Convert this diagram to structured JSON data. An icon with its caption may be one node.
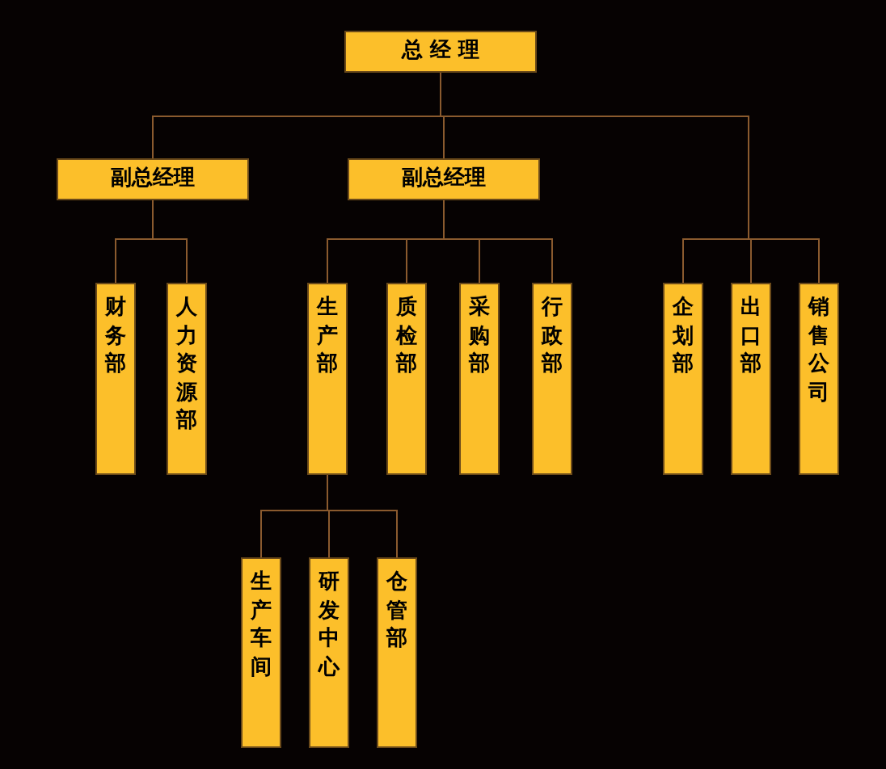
{
  "diagram": {
    "nodes": [
      {
        "text": [
          "总 经 理"
        ]
      },
      {
        "text": [
          "副总经理"
        ]
      },
      {
        "text": [
          "副总经理"
        ]
      },
      {
        "text": [
          "财务部"
        ]
      },
      {
        "text": [
          "人力资源部"
        ]
      },
      {
        "text": [
          "生产部"
        ]
      },
      {
        "text": [
          "质检部"
        ]
      },
      {
        "text": [
          "采购部"
        ]
      },
      {
        "text": [
          "行政部"
        ]
      },
      {
        "text": [
          "企划部"
        ]
      },
      {
        "text": [
          "出口部"
        ]
      },
      {
        "text": [
          "销售公司"
        ]
      },
      {
        "text": [
          "生产车间"
        ]
      },
      {
        "text": [
          "研发中心"
        ]
      },
      {
        "text": [
          "仓管部"
        ]
      }
    ],
    "edges": [
      {
        "from": 0,
        "to": 1,
        "arrow": "none"
      },
      {
        "from": 0,
        "to": 2,
        "arrow": "none"
      },
      {
        "from": 0,
        "to": 9,
        "arrow": "none"
      },
      {
        "from": 0,
        "to": 10,
        "arrow": "none"
      },
      {
        "from": 0,
        "to": 11,
        "arrow": "none"
      },
      {
        "from": 1,
        "to": 3,
        "arrow": "none"
      },
      {
        "from": 1,
        "to": 4,
        "arrow": "none"
      },
      {
        "from": 2,
        "to": 5,
        "arrow": "none"
      },
      {
        "from": 2,
        "to": 6,
        "arrow": "none"
      },
      {
        "from": 2,
        "to": 7,
        "arrow": "none"
      },
      {
        "from": 2,
        "to": 8,
        "arrow": "none"
      },
      {
        "from": 5,
        "to": 12,
        "arrow": "none"
      },
      {
        "from": 5,
        "to": 13,
        "arrow": "none"
      },
      {
        "from": 5,
        "to": 14,
        "arrow": "none"
      }
    ]
  }
}
